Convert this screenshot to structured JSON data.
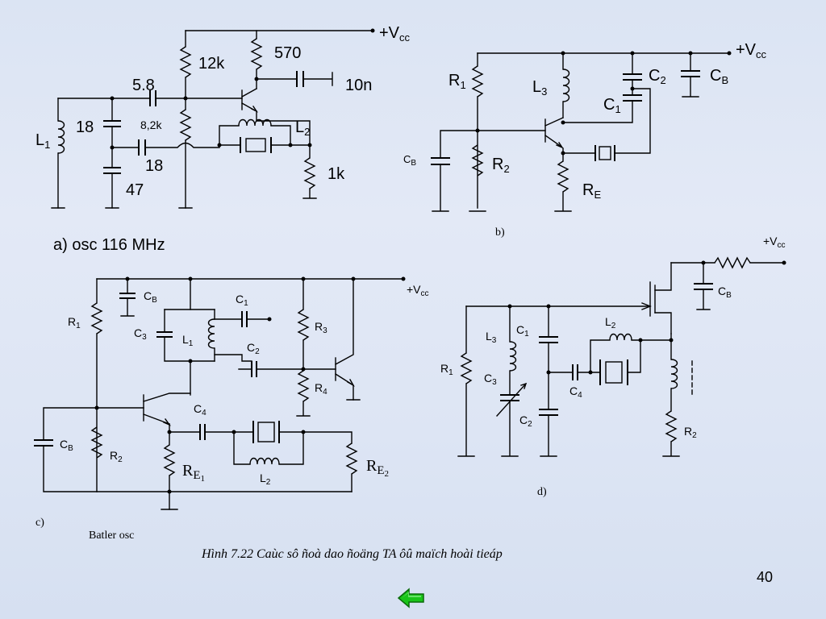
{
  "circuit_a": {
    "vcc": "+V",
    "vcc_sub": "cc",
    "r_top": "12k",
    "r_collector": "570",
    "c_bypass": "10n",
    "c_coupling": "5.8",
    "c_top": "18",
    "r_bias": "8,2k",
    "c_mid": "18",
    "c_bottom": "47",
    "l1": "L",
    "l1_sub": "1",
    "l2": "L",
    "l2_sub": "2",
    "r_emitter": "1k",
    "title": "a) osc 116 MHz"
  },
  "circuit_b": {
    "vcc": "+V",
    "vcc_sub": "cc",
    "r1": "R",
    "r1_sub": "1",
    "r2": "R",
    "r2_sub": "2",
    "re": "R",
    "re_sub": "E",
    "l3": "L",
    "l3_sub": "3",
    "c1": "C",
    "c1_sub": "1",
    "c2": "C",
    "c2_sub": "2",
    "cb": "C",
    "cb_sub": "B",
    "cb_left": "C",
    "cb_left_sub": "B",
    "label": "b)"
  },
  "circuit_c": {
    "vcc": "+V",
    "vcc_sub": "cc",
    "r1": "R",
    "r1_sub": "1",
    "cb_top": "C",
    "cb_top_sub": "B",
    "c3": "C",
    "c3_sub": "3",
    "l1": "L",
    "l1_sub": "1",
    "c1": "C",
    "c1_sub": "1",
    "c2": "C",
    "c2_sub": "2",
    "r3": "R",
    "r3_sub": "3",
    "r4": "R",
    "r4_sub": "4",
    "c4": "C",
    "c4_sub": "4",
    "cb_left": "C",
    "cb_left_sub": "B",
    "r2": "R",
    "r2_sub": "2",
    "re1": "R",
    "re1_sub": "E",
    "re1_sub2": "1",
    "re2": "R",
    "re2_sub": "E",
    "re2_sub2": "2",
    "l2": "L",
    "l2_sub": "2",
    "label": "c)",
    "name": "Batler osc"
  },
  "circuit_d": {
    "vcc": "+V",
    "vcc_sub": "cc",
    "cb": "C",
    "cb_sub": "B",
    "l2": "L",
    "l2_sub": "2",
    "l3": "L",
    "l3_sub": "3",
    "c1": "C",
    "c1_sub": "1",
    "c3": "C",
    "c3_sub": "3",
    "c2": "C",
    "c2_sub": "2",
    "c4": "C",
    "c4_sub": "4",
    "r1": "R",
    "r1_sub": "1",
    "r2": "R",
    "r2_sub": "2",
    "label": "d)"
  },
  "caption": "Hình 7.22 Caùc sô ñoà dao ñoäng TA ôû maïch hoài tieáp",
  "page_number": "40",
  "nav": {
    "back_icon": "back-arrow-icon",
    "arrow_color": "#19c419"
  }
}
